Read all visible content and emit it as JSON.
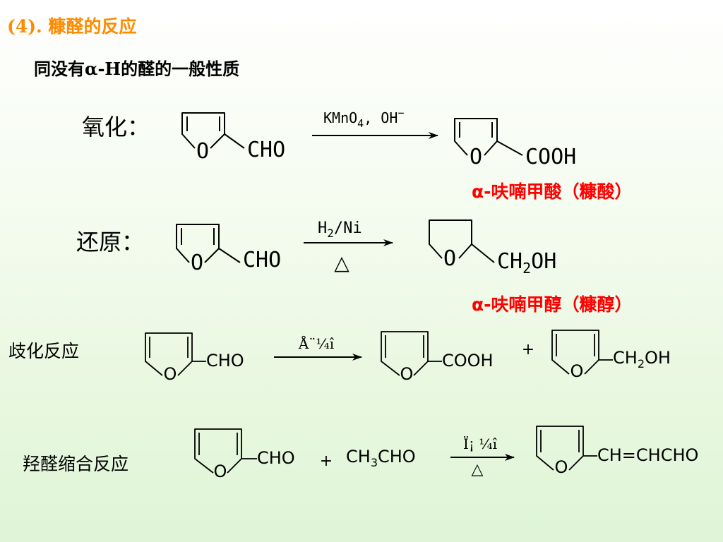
{
  "heading": {
    "text": "(4). 糠醛的反应"
  },
  "subtitle": {
    "text": "同没有α-H的醛的一般性质"
  },
  "colors": {
    "heading": "#ff8c00",
    "product_name": "#ff0000",
    "text": "#000000"
  },
  "reactions": {
    "oxidation": {
      "label": "氧化：",
      "reactant_group": "CHO",
      "ring_o": "O",
      "reagent_main": "KMnO",
      "reagent_sub": "4",
      "reagent_rest": ", OH",
      "reagent_sup": "−",
      "product_group": "COOH",
      "product_name": "α-呋喃甲酸（糠酸）"
    },
    "reduction": {
      "label": "还原：",
      "reactant_group": "CHO",
      "ring_o": "O",
      "reagent_main": "H",
      "reagent_sub": "2",
      "reagent_rest": "/Ni",
      "condition": "△",
      "product_prefix": "CH",
      "product_sub": "2",
      "product_suffix": "OH",
      "product_name": "α-呋喃甲醇（糠醇）"
    },
    "cannizzaro": {
      "label": "歧化反应",
      "reactant_group": "CHO",
      "ring_o": "O",
      "reagent": "Å¨¼î",
      "product1_group": "COOH",
      "plus": "+",
      "product2_prefix": "CH",
      "product2_sub": "2",
      "product2_suffix": "OH"
    },
    "aldol": {
      "label": "羟醛缩合反应",
      "reactant_group": "CHO",
      "ring_o": "O",
      "plus": "+",
      "reagent2_prefix": "CH",
      "reagent2_sub": "3",
      "reagent2_suffix": "CHO",
      "catalyst": "Ï¡ ¼î",
      "condition": "△",
      "product_group": "CH=CHCHO"
    }
  }
}
